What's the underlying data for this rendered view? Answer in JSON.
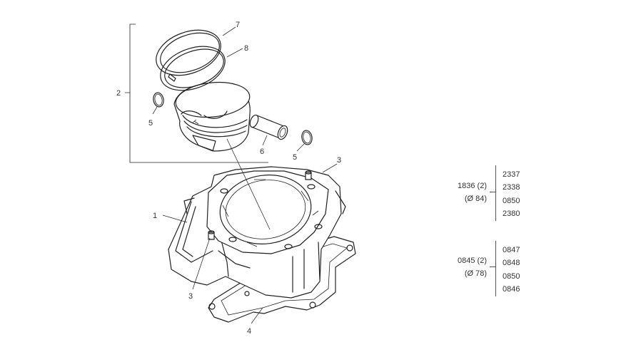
{
  "callouts": {
    "c1": "1",
    "c2": "2",
    "c3a": "3",
    "c3b": "3",
    "c4": "4",
    "c5a": "5",
    "c5b": "5",
    "c6": "6",
    "c7": "7",
    "c8": "8"
  },
  "variants": [
    {
      "code": "1836 (2)",
      "bore": "(Ø 84)",
      "versions": [
        "2337",
        "2338",
        "0850",
        "2380"
      ]
    },
    {
      "code": "0845 (2)",
      "bore": "(Ø 78)",
      "versions": [
        "0847",
        "0848",
        "0850",
        "0846"
      ]
    }
  ]
}
